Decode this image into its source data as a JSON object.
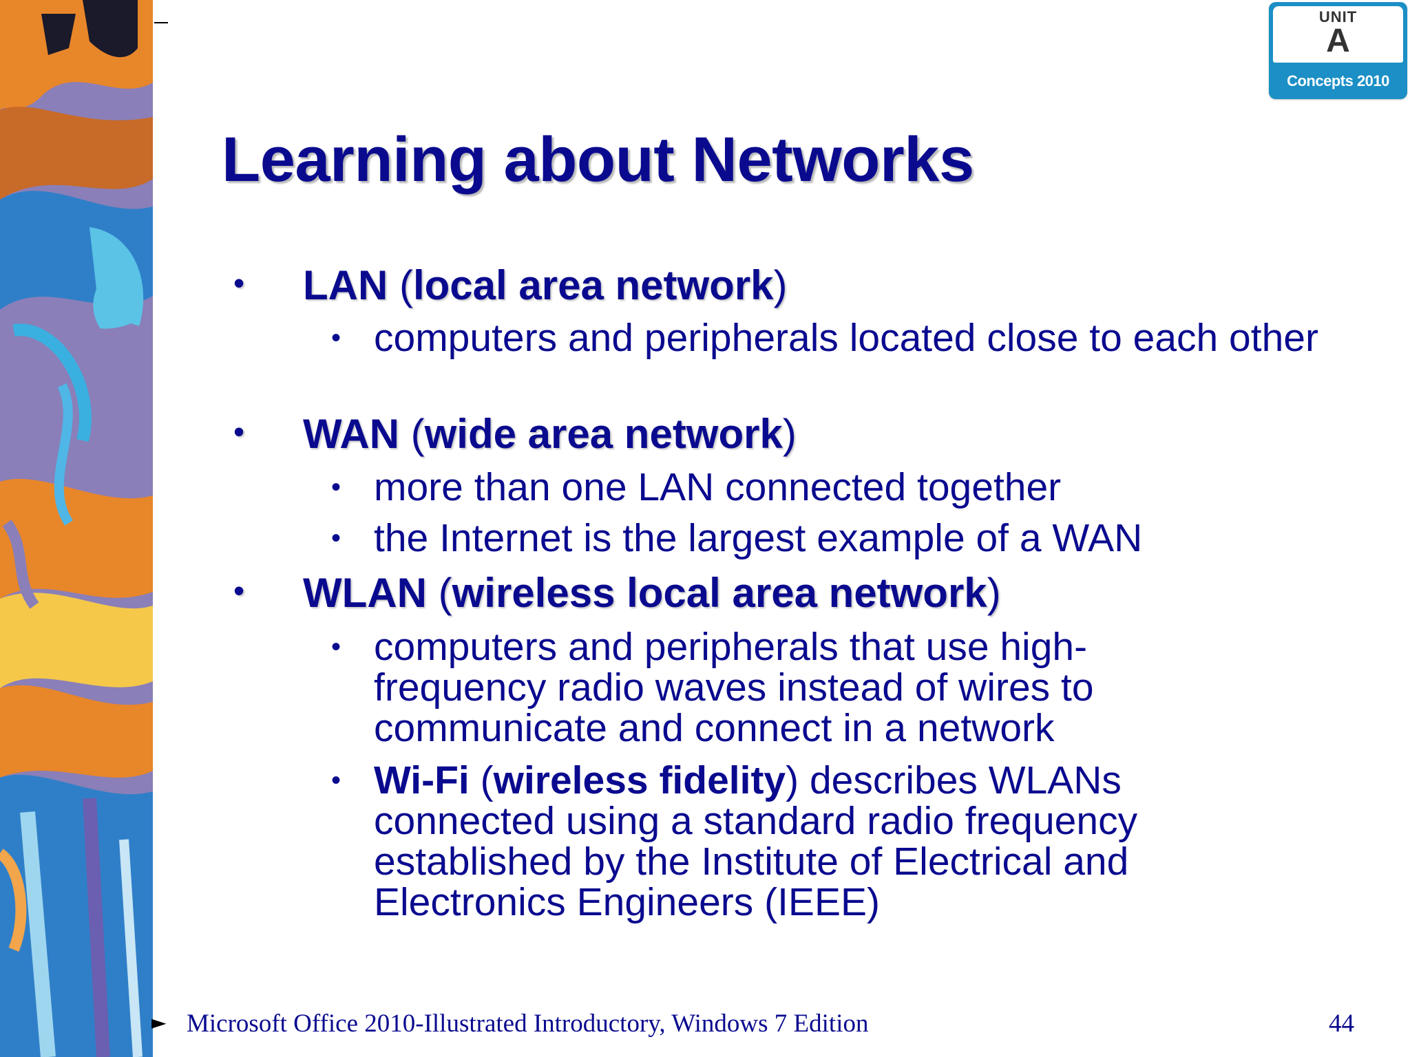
{
  "badge": {
    "unit_word": "UNIT",
    "letter": "A",
    "caption": "Concepts 2010"
  },
  "title": "Learning about Networks",
  "bullets": {
    "lan": {
      "abbr": "LAN",
      "open": "(",
      "full": "local area network",
      "close": ")"
    },
    "lan_sub": [
      "computers and peripherals located close to each other"
    ],
    "wan": {
      "abbr": "WAN",
      "open": "(",
      "full": "wide area network",
      "close": ")"
    },
    "wan_sub": [
      "more than one LAN connected together",
      "the Internet is the largest example of a WAN"
    ],
    "wlan": {
      "abbr": "WLAN",
      "open": "(",
      "full": "wireless local area network",
      "close": ")"
    },
    "wlan_sub": [
      "computers and peripherals that use high-frequency radio waves instead of wires to communicate and connect in a network"
    ],
    "wifi": {
      "abbr": "Wi-Fi",
      "open": "(",
      "full": "wireless fidelity",
      "close": ")",
      "rest": " describes WLANs connected using a standard radio frequency established by the Institute of Electrical and Electronics Engineers (IEEE)"
    }
  },
  "footer": {
    "arrow": "►",
    "text": "Microsoft Office 2010-Illustrated Introductory, Windows 7 Edition",
    "page_number": "44"
  },
  "colors": {
    "text_primary": "#0a0a8f",
    "badge_blue": "#1b8fc6",
    "art_orange": "#e8862a",
    "art_blue": "#2f7fc8",
    "art_purple": "#8a7fb8"
  }
}
